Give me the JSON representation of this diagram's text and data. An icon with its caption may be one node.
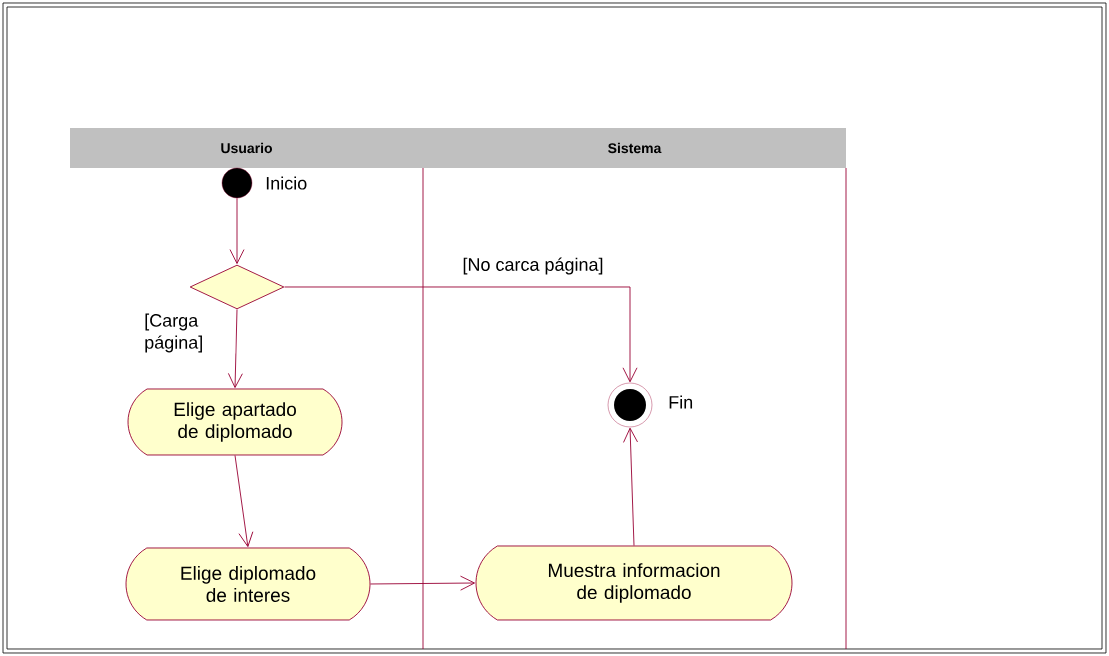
{
  "diagram": {
    "nodes": [
      {
        "text": [
          "Usuario"
        ]
      },
      {
        "text": [
          "Sistema"
        ]
      },
      {
        "text": [],
        "shape": "circle",
        "in": 0,
        "beside": [
          "Inicio"
        ]
      },
      {
        "text": [],
        "shape": "diamond",
        "in": 0
      },
      {
        "text": [
          "Elige apartado de diplomado"
        ],
        "in": 0
      },
      {
        "text": [
          "Elige diplomado de interes"
        ],
        "in": 0
      },
      {
        "text": [],
        "shape": "circle",
        "in": 1,
        "beside": [
          "Fin"
        ]
      },
      {
        "text": [
          "Muestra informacion de diplomado"
        ],
        "in": 1
      }
    ],
    "edges": [
      {
        "from": 2,
        "to": 3,
        "arrow": "to"
      },
      {
        "from": 3,
        "to": 4,
        "arrow": "to",
        "label": "[Carga página]"
      },
      {
        "from": 3,
        "to": 6,
        "arrow": "to",
        "label": "[No carca página]"
      },
      {
        "from": 4,
        "to": 5,
        "arrow": "to"
      },
      {
        "from": 5,
        "to": 7,
        "arrow": "to"
      },
      {
        "from": 7,
        "to": 6,
        "arrow": "to"
      }
    ]
  }
}
